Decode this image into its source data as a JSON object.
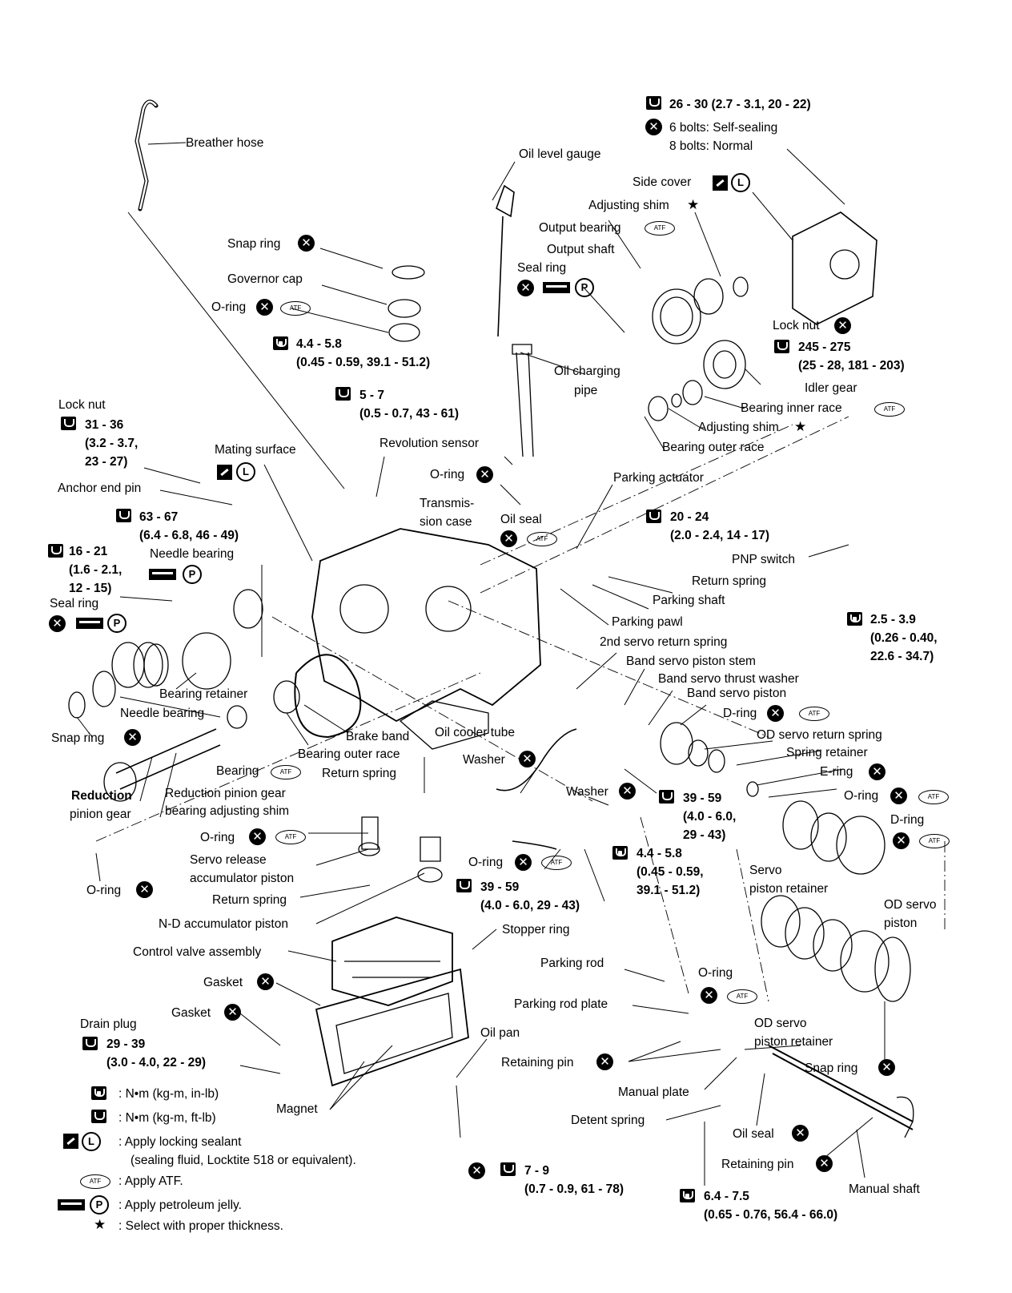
{
  "legend": {
    "nm_in_lb": ": N•m (kg-m, in-lb)",
    "nm_ft_lb": ": N•m (kg-m, ft-lb)",
    "locking_1": ": Apply locking sealant",
    "locking_2": "(sealing fluid, Locktite 518 or equivalent).",
    "atf": ": Apply ATF.",
    "jelly": ": Apply petroleum jelly.",
    "thickness": ": Select with proper thickness."
  },
  "labels": {
    "breather_hose": "Breather hose",
    "oil_level_gauge": "Oil level gauge",
    "torque_side_bolts": "26 - 30 (2.7 - 3.1, 20 - 22)",
    "bolts_self_sealing": "6 bolts: Self-sealing",
    "bolts_normal": "8 bolts: Normal",
    "side_cover": "Side cover",
    "adjusting_shim_top": "Adjusting shim",
    "output_bearing": "Output bearing",
    "output_shaft": "Output shaft",
    "seal_ring_top": "Seal ring",
    "snap_ring_top": "Snap ring",
    "governor_cap": "Governor cap",
    "o_ring_governor": "O-ring",
    "torque_governor": "4.4 - 5.8",
    "torque_governor_2": "(0.45 - 0.59, 39.1 - 51.2)",
    "oil_charging_pipe_1": "Oil charging",
    "oil_charging_pipe_2": "pipe",
    "lock_nut_right": "Lock nut",
    "torque_lock_nut_right": "245 - 275",
    "torque_lock_nut_right_2": "(25 - 28, 181 - 203)",
    "idler_gear": "Idler gear",
    "bearing_inner_race": "Bearing inner race",
    "adjusting_shim_mid": "Adjusting shim",
    "bearing_outer_race_top": "Bearing outer race",
    "torque_sensor": "5 - 7",
    "torque_sensor_2": "(0.5 - 0.7, 43 - 61)",
    "lock_nut_left": "Lock nut",
    "torque_lock_nut_left": "31 - 36",
    "torque_lock_nut_left_2": "(3.2 - 3.7,",
    "torque_lock_nut_left_3": "23 - 27)",
    "mating_surface": "Mating surface",
    "revolution_sensor": "Revolution sensor",
    "o_ring_sensor": "O-ring",
    "parking_actuator": "Parking actuator",
    "anchor_end_pin": "Anchor end pin",
    "transmission_case_1": "Transmis-",
    "transmission_case_2": "sion case",
    "oil_seal_case": "Oil seal",
    "torque_63": "63 - 67",
    "torque_63_2": "(6.4 - 6.8, 46 - 49)",
    "torque_20": "20 - 24",
    "torque_20_2": "(2.0 - 2.4, 14 - 17)",
    "pnp_switch": "PNP switch",
    "torque_16": "16 - 21",
    "torque_16_2": "(1.6 - 2.1,",
    "torque_16_3": "12 - 15)",
    "needle_bearing_top": "Needle bearing",
    "return_spring_park": "Return spring",
    "parking_shaft": "Parking shaft",
    "seal_ring_left": "Seal ring",
    "torque_25": "2.5 - 3.9",
    "torque_25_2": "(0.26 - 0.40,",
    "torque_25_3": "22.6 - 34.7)",
    "parking_pawl": "Parking pawl",
    "second_servo_spring": "2nd servo return spring",
    "band_servo_stem": "Band servo piston stem",
    "band_servo_washer": "Band servo thrust washer",
    "band_servo_piston": "Band servo piston",
    "bearing_retainer": "Bearing retainer",
    "needle_bearing_bottom": "Needle bearing",
    "d_ring_top": "D-ring",
    "snap_ring_left": "Snap ring",
    "brake_band": "Brake band",
    "oil_cooler_tube": "Oil cooler tube",
    "od_servo_return_spring": "OD servo return spring",
    "bearing_outer_race_bottom": "Bearing outer race",
    "spring_retainer": "Spring retainer",
    "washer_1": "Washer",
    "e_ring": "E-ring",
    "bearing": "Bearing",
    "return_spring_mid": "Return spring",
    "washer_2": "Washer",
    "o_ring_right": "O-ring",
    "torque_39_right": "39 - 59",
    "torque_39_right_2": "(4.0 - 6.0,",
    "torque_39_right_3": "29 - 43)",
    "reduction_pinion_1": "Reduction",
    "reduction_pinion_2": "pinion gear",
    "reduction_shim_1": "Reduction pinion gear",
    "reduction_shim_2": "bearing adjusting shim",
    "d_ring_right": "D-ring",
    "o_ring_servo": "O-ring",
    "torque_44_mid": "4.4 - 5.8",
    "torque_44_mid_2": "(0.45 - 0.59,",
    "torque_44_mid_3": "39.1 - 51.2)",
    "servo_release_1": "Servo release",
    "servo_release_2": "accumulator piston",
    "o_ring_accum": "O-ring",
    "servo_piston_retainer_1": "Servo",
    "servo_piston_retainer_2": "piston retainer",
    "od_servo_piston_1": "OD servo",
    "od_servo_piston_2": "piston",
    "o_ring_left": "O-ring",
    "torque_39_mid": "39 - 59",
    "torque_39_mid_2": "(4.0 - 6.0, 29 - 43)",
    "return_spring_bottom": "Return spring",
    "nd_accumulator": "N-D accumulator piston",
    "stopper_ring": "Stopper ring",
    "control_valve": "Control valve assembly",
    "parking_rod": "Parking rod",
    "gasket_1": "Gasket",
    "o_ring_od": "O-ring",
    "gasket_2": "Gasket",
    "parking_rod_plate": "Parking rod plate",
    "drain_plug": "Drain plug",
    "torque_drain": "29 - 39",
    "torque_drain_2": "(3.0 - 4.0, 22 - 29)",
    "oil_pan": "Oil pan",
    "od_servo_retainer_1": "OD servo",
    "od_servo_retainer_2": "piston retainer",
    "retaining_pin_1": "Retaining pin",
    "snap_ring_right": "Snap ring",
    "manual_plate": "Manual plate",
    "magnet": "Magnet",
    "detent_spring": "Detent spring",
    "oil_seal_bottom": "Oil seal",
    "retaining_pin_2": "Retaining pin",
    "manual_shaft": "Manual shaft",
    "torque_pan": "7 - 9",
    "torque_pan_2": "(0.7 - 0.9, 61 - 78)",
    "torque_64": "6.4 - 7.5",
    "torque_64_2": "(0.65 - 0.76, 56.4 - 66.0)"
  },
  "symbols": {
    "x": "✕",
    "atf": "ATF",
    "lock": "L",
    "jelly": "P",
    "star": "★"
  }
}
